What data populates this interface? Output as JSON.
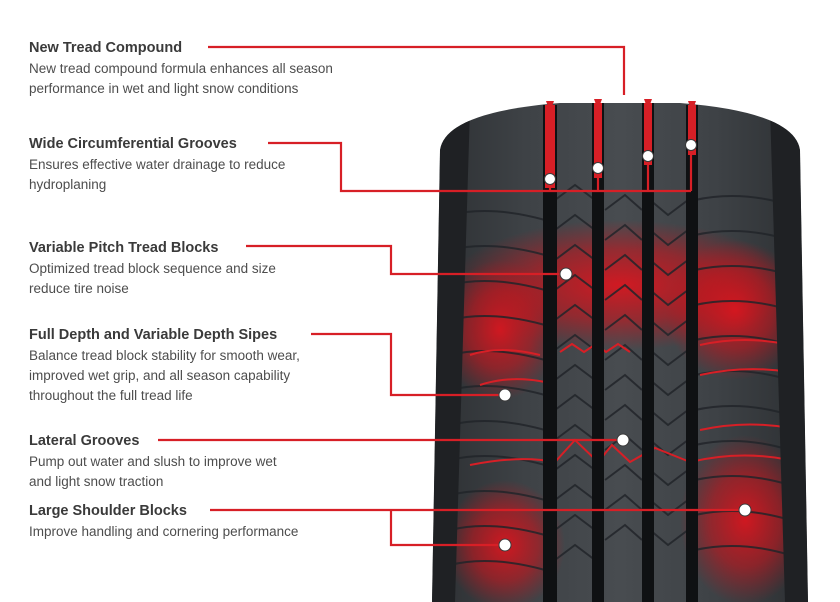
{
  "callouts": [
    {
      "id": "compound",
      "title": "New Tread Compound",
      "desc": "New tread compound formula enhances all season performance in wet and light snow conditions"
    },
    {
      "id": "grooves",
      "title": "Wide Circumferential Grooves",
      "desc": "Ensures effective water drainage to reduce hydroplaning"
    },
    {
      "id": "pitch",
      "title": "Variable Pitch Tread Blocks",
      "desc": "Optimized tread block sequence and size reduce tire noise"
    },
    {
      "id": "sipes",
      "title": "Full Depth and Variable Depth Sipes",
      "desc": "Balance tread block stability for smooth wear, improved wet grip, and all season capability throughout the full tread life"
    },
    {
      "id": "lateral",
      "title": "Lateral Grooves",
      "desc": "Pump out water and slush to improve wet and light snow traction"
    },
    {
      "id": "shoulder",
      "title": "Large Shoulder Blocks",
      "desc": "Improve handling and cornering performance"
    }
  ],
  "colors": {
    "accent": "#d71f26",
    "tire": "#35383b",
    "heading": "#3a3a3a",
    "body": "#4d4d4d"
  },
  "icons": [
    "tire-tread-illustration"
  ]
}
